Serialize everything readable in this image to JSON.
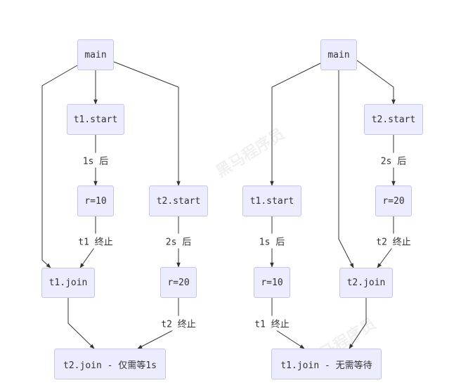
{
  "left": {
    "nodes": {
      "main": "main",
      "t1_start": "t1.start",
      "r10": "r=10",
      "t2_start": "t2.start",
      "t1_join": "t1.join",
      "r20": "r=20",
      "t2_join": "t2.join - 仅需等1s"
    },
    "edges": {
      "after_1s": "1s 后",
      "t1_end": "t1 终止",
      "after_2s": "2s 后",
      "t2_end": "t2 终止"
    }
  },
  "right": {
    "nodes": {
      "main": "main",
      "t2_start": "t2.start",
      "r20": "r=20",
      "t1_start": "t1.start",
      "t2_join": "t2.join",
      "r10": "r=10",
      "t1_join": "t1.join - 无需等待"
    },
    "edges": {
      "after_2s": "2s 后",
      "t2_end": "t2 终止",
      "after_1s": "1s 后",
      "t1_end": "t1 终止"
    }
  },
  "watermark": "黑马程序员"
}
